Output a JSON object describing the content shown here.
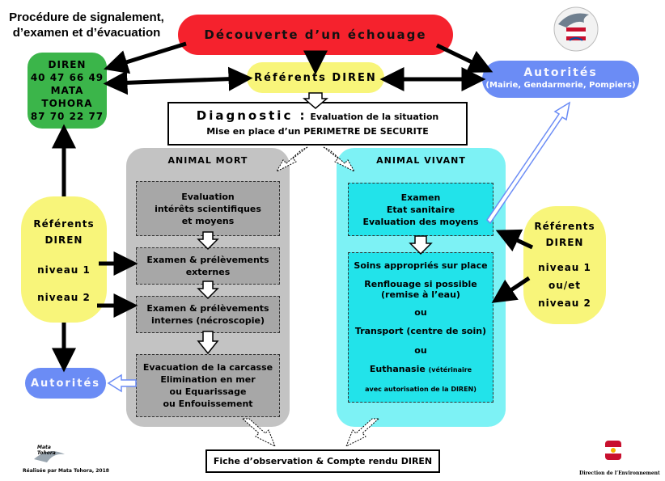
{
  "title": {
    "line1": "Procédure de signalement,",
    "line2": "d’examen et d’évacuation"
  },
  "discovery": {
    "label": "Découverte d’un échouage"
  },
  "diren_contact": {
    "line1": "DIREN",
    "line2": "40 47 66 49",
    "line3": "MATA TOHORA",
    "line4": "87 70 22 77"
  },
  "referents_top": {
    "label": "Référents DIREN"
  },
  "authorities_top": {
    "label": "Autorités",
    "detail": "(Mairie, Gendarmerie, Pompiers)"
  },
  "diagnostic": {
    "keyword": "Diagnostic :",
    "line1": "Evaluation de la situation",
    "line2": "Mise en place d’un PERIMETRE DE SECURITE"
  },
  "dead": {
    "title": "ANIMAL MORT",
    "step1": [
      "Evaluation",
      "intérêts scientifiques",
      "et moyens"
    ],
    "step2": [
      "Examen & prélèvements",
      "externes"
    ],
    "step3": [
      "Examen & prélèvements",
      "internes (nécroscopie)"
    ],
    "step4": [
      "Evacuation de la carcasse",
      "Elimination en mer",
      "ou Equarissage",
      "ou Enfouissement"
    ]
  },
  "alive": {
    "title": "ANIMAL VIVANT",
    "step1": [
      "Examen",
      "Etat sanitaire",
      "Evaluation des moyens"
    ],
    "step2": {
      "care": "Soins appropriés sur place",
      "refloat": "Renflouage si possible",
      "refloat_note": "(remise à l’eau)",
      "or1": "ou",
      "transport": "Transport (centre de soin)",
      "or2": "ou",
      "euthanasia": "Euthanasie",
      "euthanasia_note": "(vétérinaire",
      "authorization": "avec autorisation de la DIREN)"
    }
  },
  "referents_left": {
    "title1": "Référents",
    "title2": "DIREN",
    "level1": "niveau 1",
    "level2": "niveau 2"
  },
  "referents_right": {
    "title1": "Référents",
    "title2": "DIREN",
    "level1": "niveau 1",
    "andor": "ou/et",
    "level2": "niveau 2"
  },
  "authorities_left": {
    "label": "Autorités"
  },
  "report": {
    "label": "Fiche d’observation & Compte rendu DIREN"
  },
  "footer": {
    "logo_text1": "Mata",
    "logo_text2": "Tohora",
    "credit": "Réalisée par Mata Tohora, 2018",
    "department": "Direction de l’Environnement"
  },
  "colors": {
    "red": "#f5222d",
    "green": "#3bb54a",
    "yellow": "#f8f57a",
    "blue": "#6b8cf5",
    "grey": "#c3c3c3",
    "cyan": "#7df2f5"
  }
}
